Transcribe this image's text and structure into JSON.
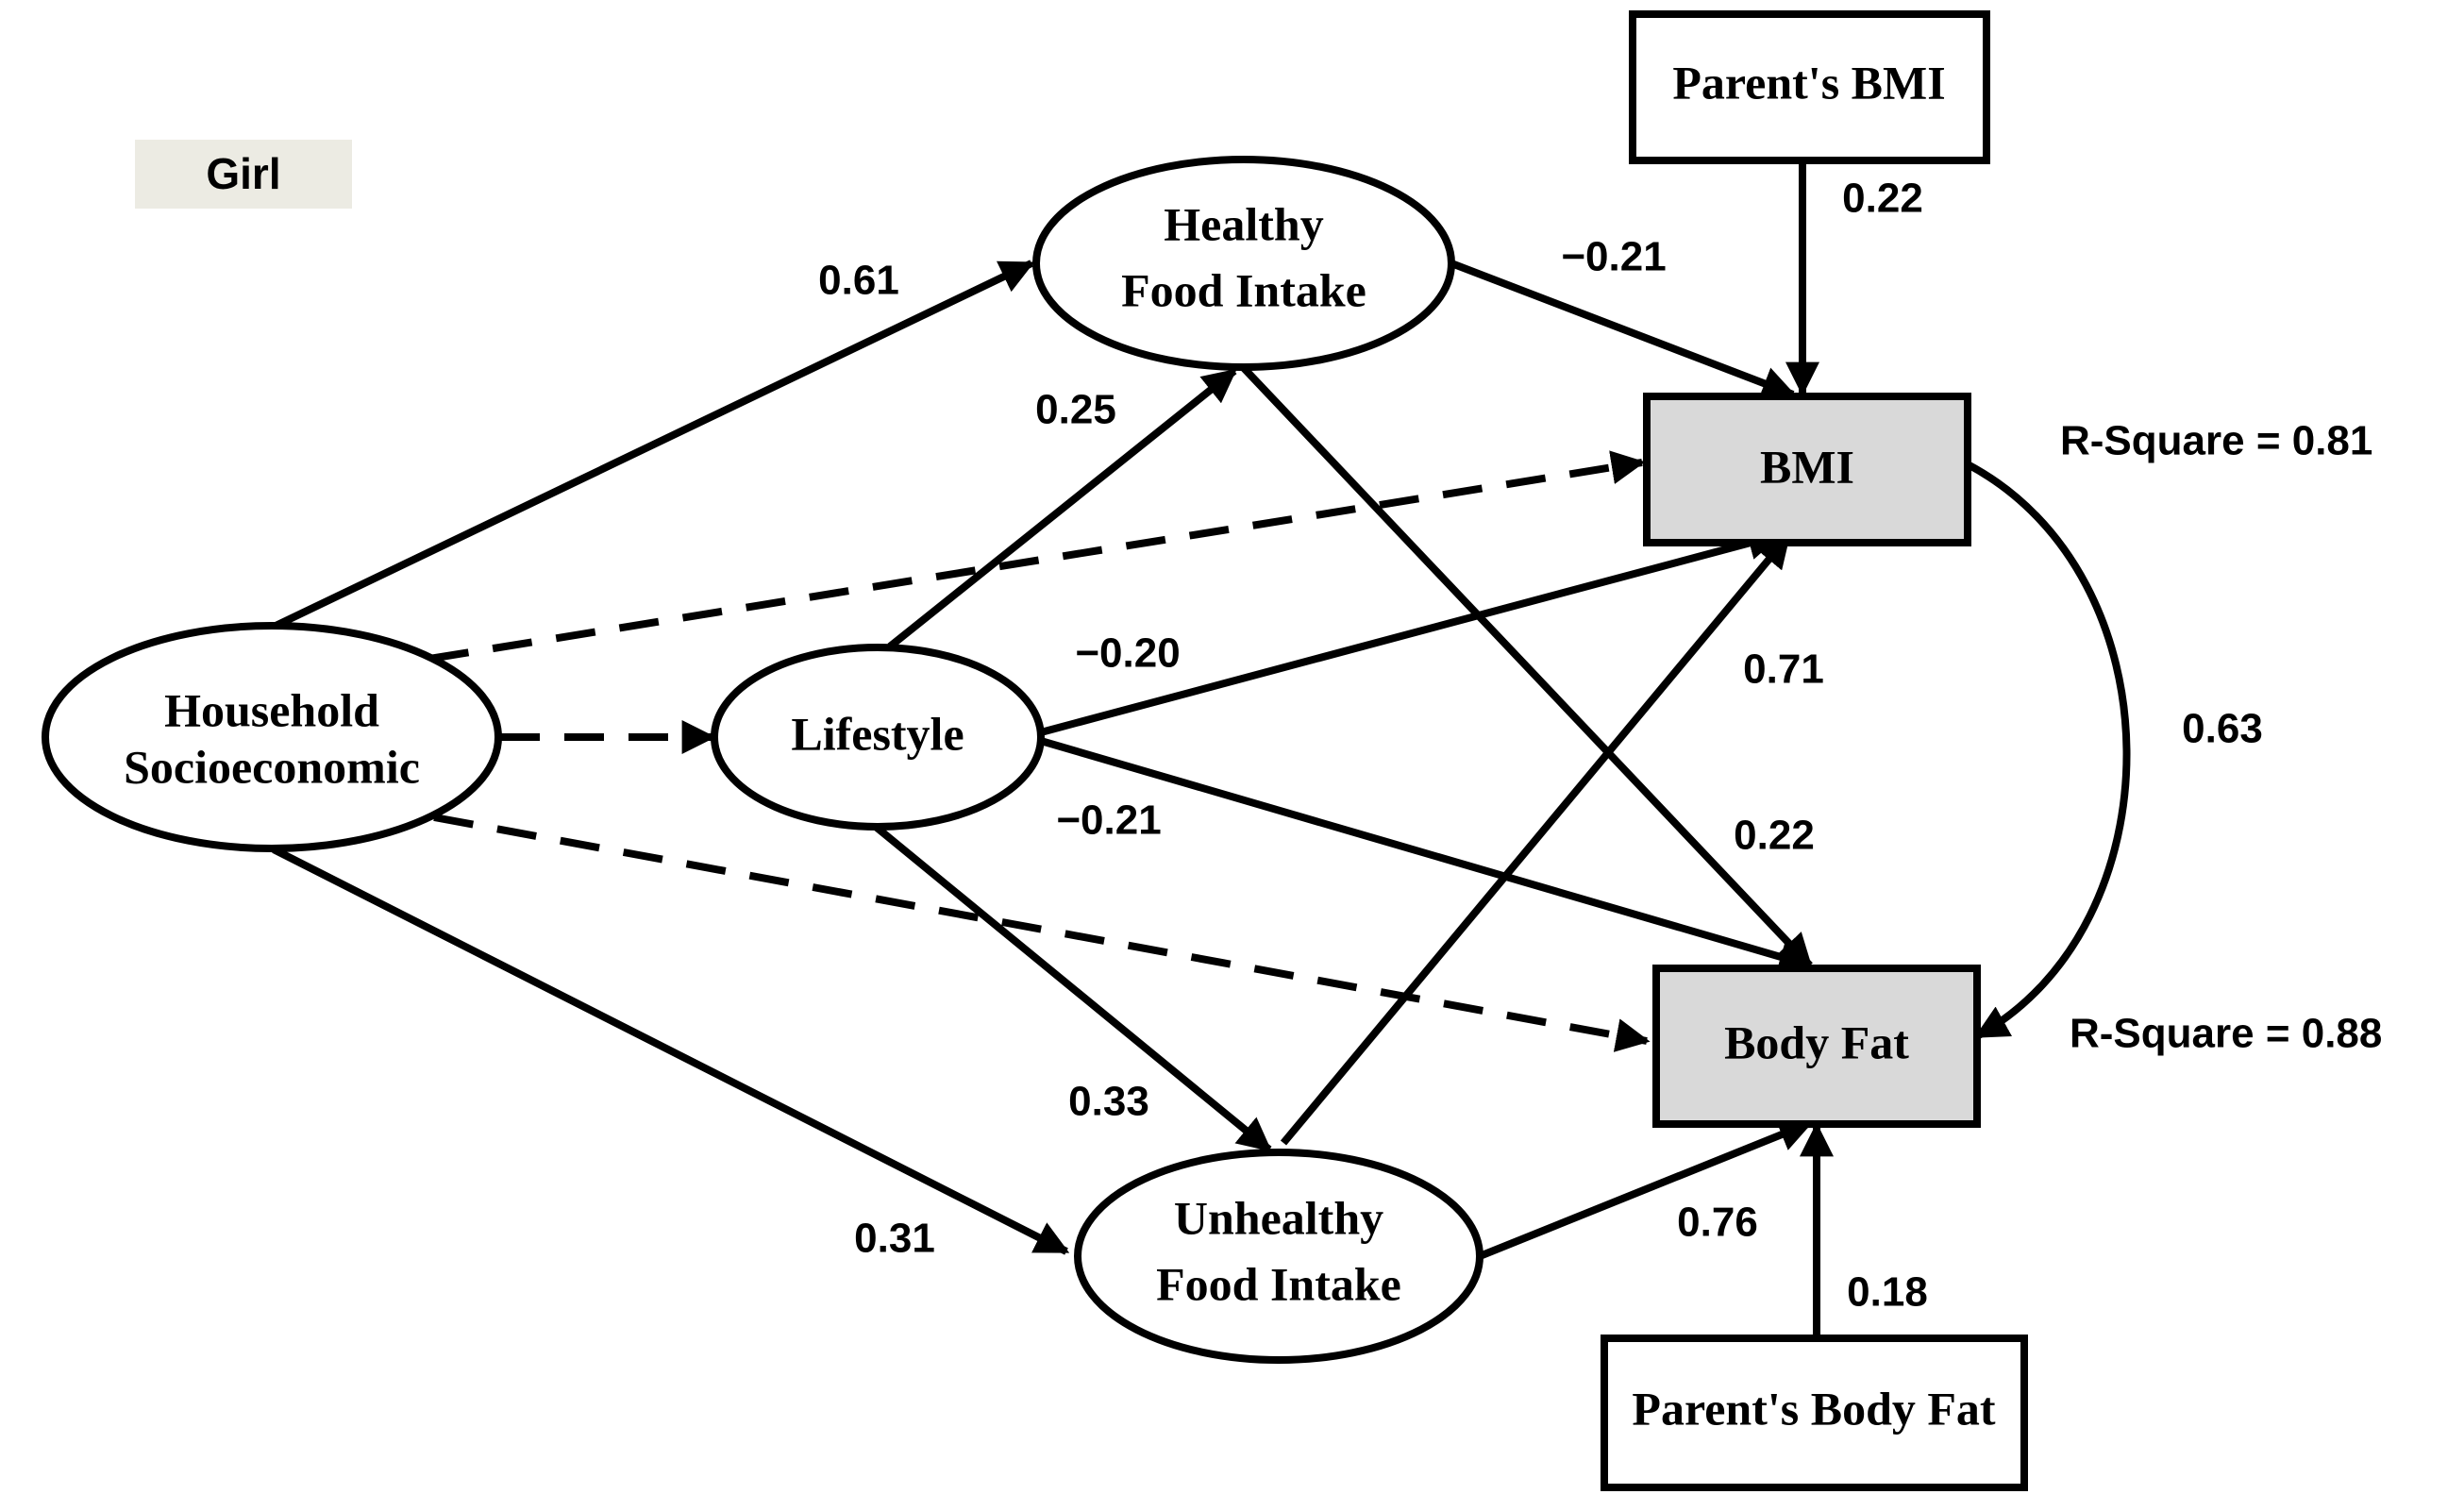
{
  "group_label": "Girl",
  "colors": {
    "tag_bg": "#ecebe3",
    "outcome_fill": "#d9d9d9",
    "stroke": "#000000",
    "background": "#ffffff"
  },
  "nodes": {
    "household": [
      "Household",
      "Socioeconomic"
    ],
    "lifestyle": [
      "Lifestyle"
    ],
    "healthy": [
      "Healthy",
      "Food Intake"
    ],
    "unhealthy": [
      "Unhealthy",
      "Food Intake"
    ],
    "bmi": [
      "BMI"
    ],
    "bodyfat": [
      "Body Fat"
    ],
    "parent_bmi": [
      "Parent's BMI"
    ],
    "parent_bodyfat": [
      "Parent's Body Fat"
    ]
  },
  "paths": [
    {
      "from": "household",
      "to": "healthy",
      "coef": "0.61",
      "style": "solid"
    },
    {
      "from": "household",
      "to": "bmi",
      "coef": "",
      "style": "dashed"
    },
    {
      "from": "household",
      "to": "lifestyle",
      "coef": "",
      "style": "dashed"
    },
    {
      "from": "household",
      "to": "bodyfat",
      "coef": "",
      "style": "dashed"
    },
    {
      "from": "household",
      "to": "unhealthy",
      "coef": "0.31",
      "style": "solid"
    },
    {
      "from": "lifestyle",
      "to": "healthy",
      "coef": "0.25",
      "style": "solid"
    },
    {
      "from": "lifestyle",
      "to": "bmi",
      "coef": "−0.20",
      "style": "solid"
    },
    {
      "from": "lifestyle",
      "to": "bodyfat",
      "coef": "−0.21",
      "style": "solid"
    },
    {
      "from": "lifestyle",
      "to": "unhealthy",
      "coef": "0.33",
      "style": "solid"
    },
    {
      "from": "healthy",
      "to": "bmi",
      "coef": "−0.21",
      "style": "solid"
    },
    {
      "from": "healthy",
      "to": "bodyfat",
      "coef": "0.22",
      "style": "solid"
    },
    {
      "from": "unhealthy",
      "to": "bmi",
      "coef": "0.71",
      "style": "solid"
    },
    {
      "from": "unhealthy",
      "to": "bodyfat",
      "coef": "0.76",
      "style": "solid"
    },
    {
      "from": "parent_bmi",
      "to": "bmi",
      "coef": "0.22",
      "style": "solid"
    },
    {
      "from": "parent_bodyfat",
      "to": "bodyfat",
      "coef": "0.18",
      "style": "solid"
    }
  ],
  "correlation": {
    "between": [
      "bmi",
      "bodyfat"
    ],
    "coef": "0.63"
  },
  "r_square": {
    "bmi": "R-Square = 0.81",
    "bodyfat": "R-Square = 0.88"
  }
}
